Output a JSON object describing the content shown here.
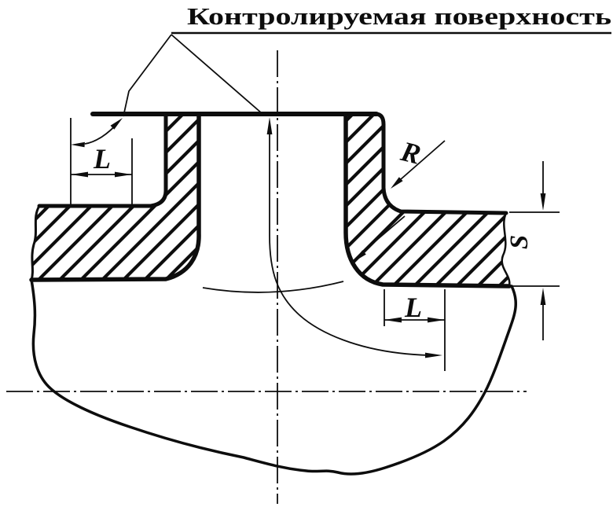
{
  "title": {
    "text": "Контролируемая поверхность"
  },
  "labels": {
    "dim_l_left": "L",
    "dim_l_bottom": "L",
    "radius": "R",
    "wall_thickness": "S"
  },
  "colors": {
    "ink": "#0d0d0d",
    "paper": "#ffffff"
  }
}
